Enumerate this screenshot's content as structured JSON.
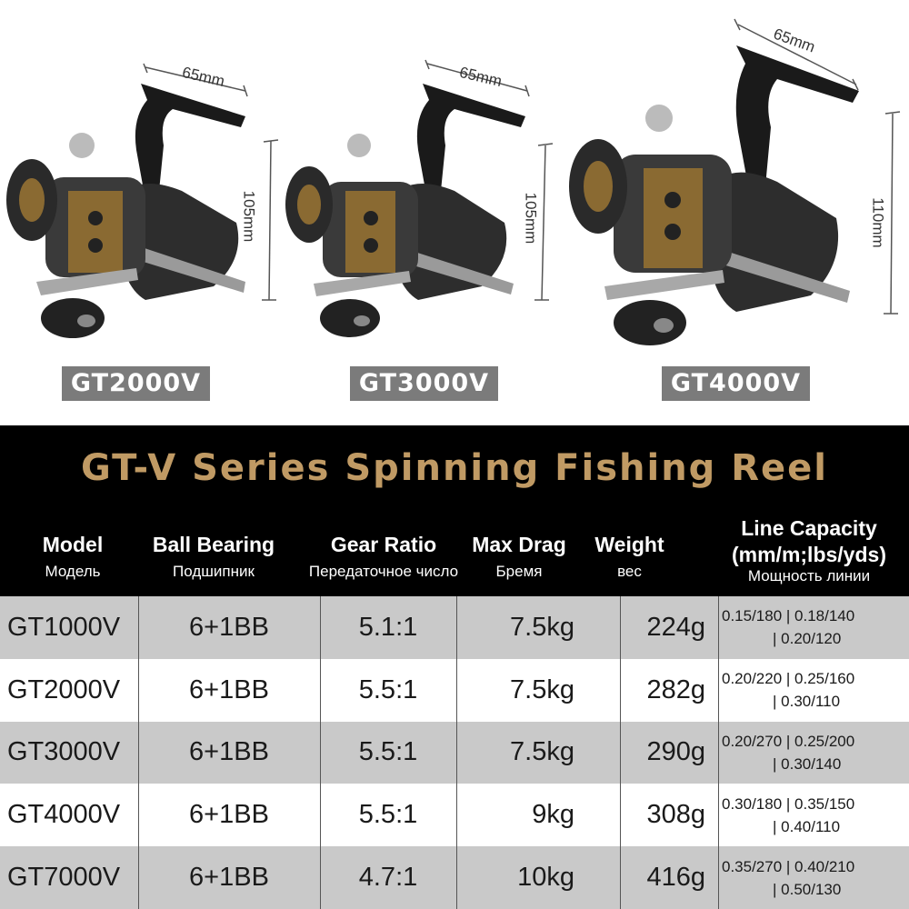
{
  "products": [
    {
      "label": "GT2000V",
      "width_dim": "65mm",
      "height_dim": "105mm"
    },
    {
      "label": "GT3000V",
      "width_dim": "65mm",
      "height_dim": "105mm"
    },
    {
      "label": "GT4000V",
      "width_dim": "65mm",
      "height_dim": "110mm"
    }
  ],
  "banner": {
    "title": "GT-V Series Spinning Fishing Reel"
  },
  "table": {
    "headers": [
      {
        "en": "Model",
        "ru": "Модель"
      },
      {
        "en": "Ball Bearing",
        "ru": "Подшипник"
      },
      {
        "en": "Gear Ratio",
        "ru": "Передаточное число"
      },
      {
        "en": "Max Drag",
        "ru": "Бремя"
      },
      {
        "en": "Weight",
        "ru": "вес"
      },
      {
        "en": "Line Capacity",
        "en2": "(mm/m;lbs/yds)",
        "ru": "Мощность линии"
      }
    ],
    "rows": [
      {
        "model": "GT1000V",
        "bearing": "6+1BB",
        "gear": "5.1:1",
        "drag": "7.5kg",
        "weight": "224g",
        "line1": "0.15/180 | 0.18/140",
        "line2": "| 0.20/120"
      },
      {
        "model": "GT2000V",
        "bearing": "6+1BB",
        "gear": "5.5:1",
        "drag": "7.5kg",
        "weight": "282g",
        "line1": "0.20/220 | 0.25/160",
        "line2": "| 0.30/110"
      },
      {
        "model": "GT3000V",
        "bearing": "6+1BB",
        "gear": "5.5:1",
        "drag": "7.5kg",
        "weight": "290g",
        "line1": "0.20/270 | 0.25/200",
        "line2": "| 0.30/140"
      },
      {
        "model": "GT4000V",
        "bearing": "6+1BB",
        "gear": "5.5:1",
        "drag": "9kg",
        "weight": "308g",
        "line1": "0.30/180 | 0.35/150",
        "line2": "| 0.40/110"
      },
      {
        "model": "GT7000V",
        "bearing": "6+1BB",
        "gear": "4.7:1",
        "drag": "10kg",
        "weight": "416g",
        "line1": "0.35/270 | 0.40/210",
        "line2": "| 0.50/130"
      }
    ]
  },
  "colors": {
    "accent_gold": "#c09a64",
    "row_gray": "#c9c9c9",
    "label_gray": "#7b7b7b"
  }
}
